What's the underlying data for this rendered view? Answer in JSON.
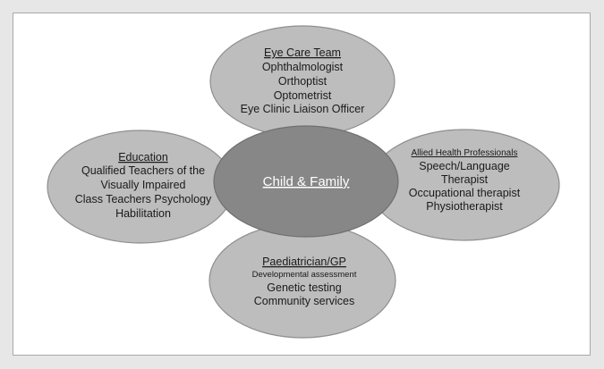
{
  "diagram": {
    "center": {
      "label": "Child & Family"
    },
    "eye_care": {
      "heading": "Eye Care Team",
      "items": [
        "Ophthalmologist",
        "Orthoptist",
        "Optometrist",
        "Eye Clinic Liaison Officer"
      ]
    },
    "education": {
      "heading": "Education",
      "items": [
        "Qualified Teachers of the",
        "Visually Impaired",
        "Class Teachers Psychology",
        "Habilitation"
      ]
    },
    "allied": {
      "heading": "Allied Health Professionals",
      "items": [
        "Speech/Language",
        "Therapist",
        "Occupational therapist",
        "Physiotherapist"
      ]
    },
    "paediatric": {
      "heading": "Paediatrician/GP",
      "items": [
        "Developmental assessment",
        "Genetic testing",
        "Community services"
      ]
    },
    "colors": {
      "petal_fill": "#bdbdbd",
      "petal_stroke": "#8e8e8e",
      "center_fill": "#878787",
      "center_stroke": "#6f6f6f"
    }
  }
}
